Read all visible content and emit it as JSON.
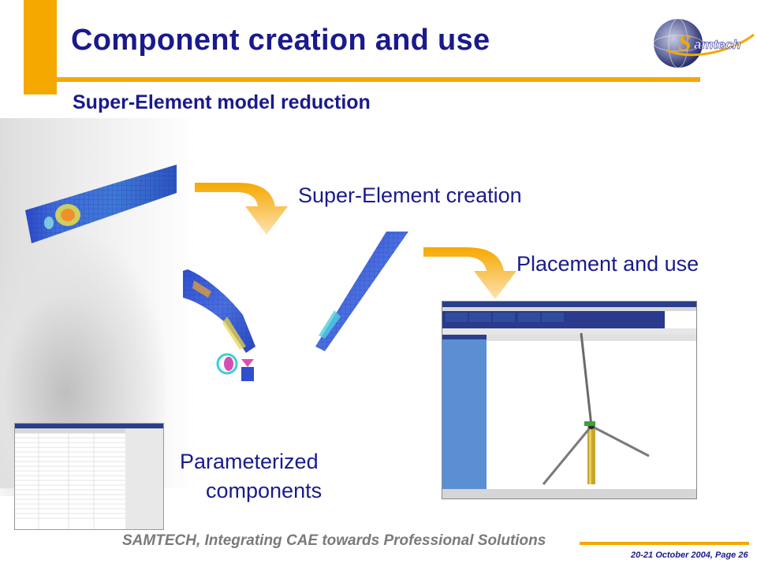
{
  "slide": {
    "title": "Component creation and use",
    "subtitle": "Super-Element model reduction",
    "logo_text": "Samtech"
  },
  "labels": {
    "creation": "Super-Element creation",
    "placement": "Placement and use",
    "parameterized_line1": "Parameterized",
    "parameterized_line2": "components"
  },
  "footer": {
    "brand": "SAMTECH, Integrating CAE towards Professional Solutions",
    "date": "20-21 October 2004, Page 26"
  },
  "colors": {
    "accent": "#f5a800",
    "title": "#1a1a8c"
  }
}
